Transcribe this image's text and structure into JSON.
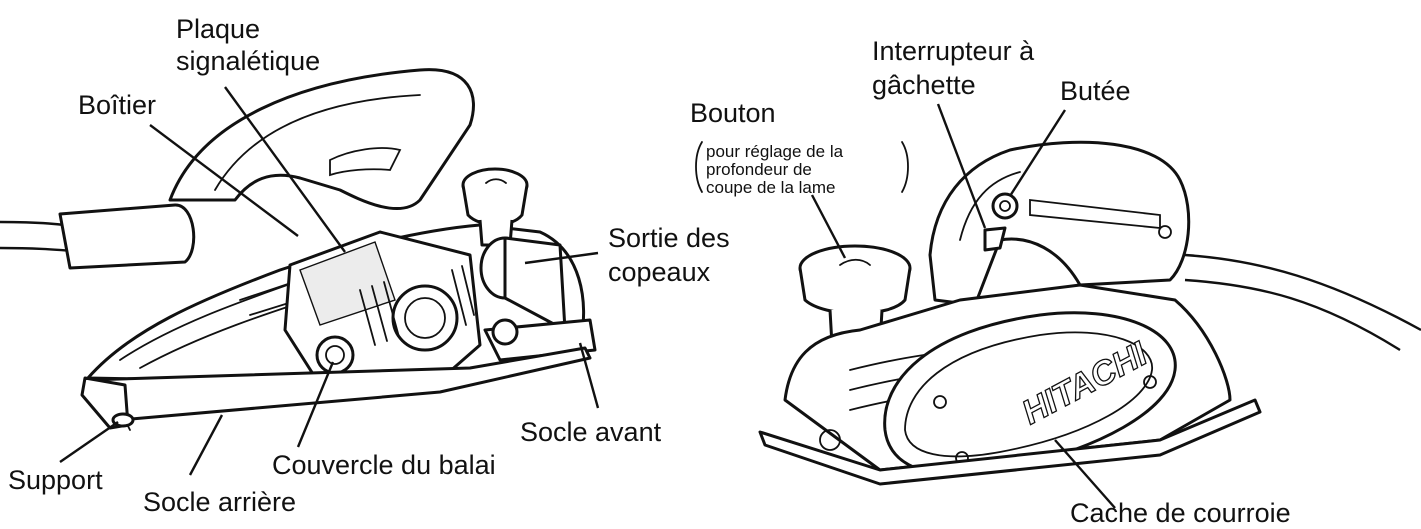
{
  "labels": {
    "plaque_signaletique_1": "Plaque",
    "plaque_signaletique_2": "signalétique",
    "boitier": "Boîtier",
    "sortie_copeaux_1": "Sortie des",
    "sortie_copeaux_2": "copeaux",
    "socle_avant": "Socle avant",
    "support": "Support",
    "couvercle_balai": "Couvercle du balai",
    "socle_arriere": "Socle arrière",
    "interrupteur_1": "Interrupteur à",
    "interrupteur_2": "gâchette",
    "bouton": "Bouton",
    "bouton_note_1": "pour réglage de la",
    "bouton_note_2": "profondeur de",
    "bouton_note_3": "coupe de la lame",
    "butee": "Butée",
    "cache_courroie": "Cache de courroie",
    "brand_on_cover": "HITACHI"
  },
  "icons": {
    "left_figure": "electric-planer-left-side-icon",
    "right_figure": "electric-planer-right-side-icon"
  }
}
